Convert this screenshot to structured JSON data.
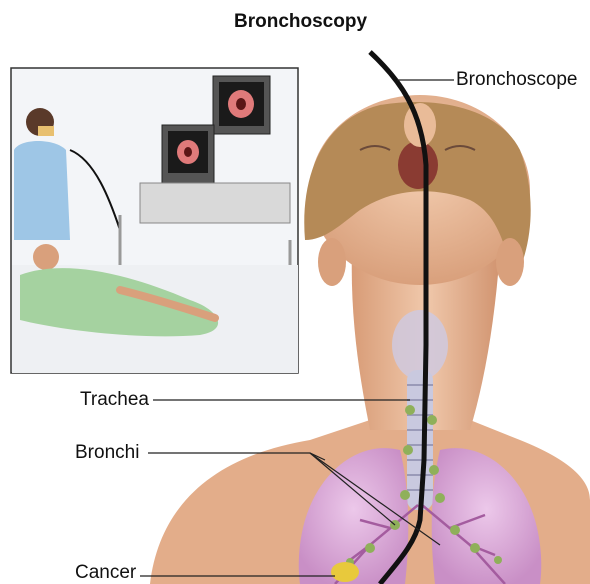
{
  "title": "Bronchoscopy",
  "labels": {
    "bronchoscope": "Bronchoscope",
    "trachea": "Trachea",
    "bronchi": "Bronchi",
    "cancer": "Cancer"
  },
  "colors": {
    "skin": "#e8b996",
    "skin_shadow": "#c98f6c",
    "hair": "#b58a57",
    "lung": "#d7a7d6",
    "lung_dark": "#a45c9f",
    "trachea": "#c9c9df",
    "scope": "#111111",
    "nodes": "#8fb05a",
    "tumor": "#e8c93c",
    "scrubs": "#9ec6e6",
    "inset_bg": "#f3f5f8"
  }
}
